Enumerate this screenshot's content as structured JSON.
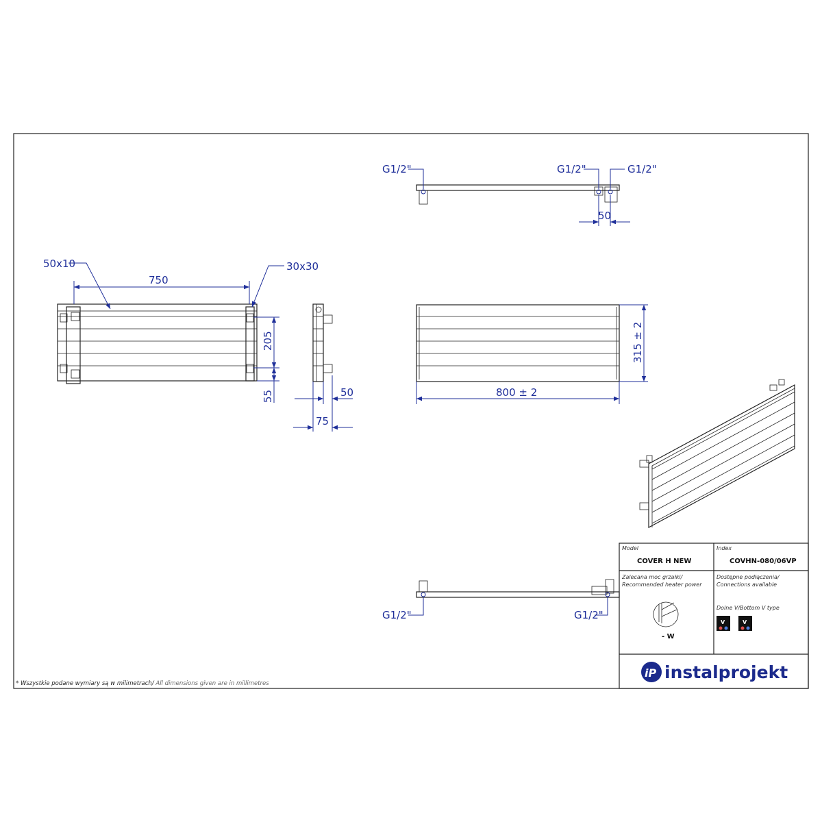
{
  "drawing": {
    "top_view": {
      "labels": [
        "G1/2\"",
        "G1/2\"",
        "G1/2\""
      ],
      "spacing": "50"
    },
    "front_view": {
      "flat_bar": "50x10",
      "square_bar": "30x30",
      "width": "750",
      "height": "205",
      "bottom": "55"
    },
    "side_view": {
      "depth_small": "50",
      "depth_total": "75"
    },
    "overall_view": {
      "height": "315",
      "height_tol": "± 2",
      "width": "800",
      "width_tol": "± 2"
    },
    "bottom_view": {
      "left_label": "G1/2\"",
      "right_label": "G1/2\""
    }
  },
  "title_block": {
    "model_caption": "Model",
    "model": "COVER H NEW",
    "index_caption": "Index",
    "index": "COVHN-080/06VP",
    "heater_caption_pl": "Zalecana moc grzałki/",
    "heater_caption_en": "Recommended heater power",
    "heater_value": "- W",
    "connections_caption_pl": "Dostępne podłączenia/",
    "connections_caption_en": "Connections available",
    "connection_type": "Dolne V/Bottom V type",
    "badge_letter_1": "V",
    "badge_letter_2": "V",
    "logo_mark": "iP",
    "logo_text": "instalprojekt"
  },
  "footnote": {
    "pl": "* Wszystkie podane wymiary są w milimetrach/",
    "en": " All dimensions given are in millimetres"
  },
  "colors": {
    "dimension": "#1f2f9a",
    "outline": "#222222",
    "logo": "#1b2a8c"
  }
}
